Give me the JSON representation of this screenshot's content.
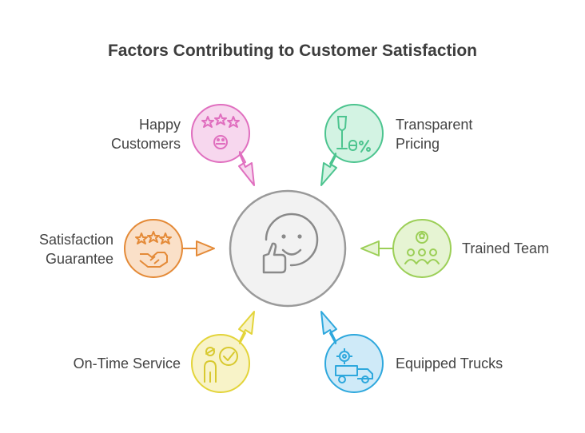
{
  "title": "Factors Contributing to Customer Satisfaction",
  "factors": [
    {
      "line1": "Happy",
      "line2": "Customers",
      "color": "#e06fbf",
      "fill": "#f7d7ee",
      "icon": "stars-face-icon"
    },
    {
      "line1": "Transparent",
      "line2": "Pricing",
      "color": "#4cc48f",
      "fill": "#d3f3e3",
      "icon": "glass-percent-icon"
    },
    {
      "line1": "Trained Team",
      "line2": "",
      "color": "#9ccf57",
      "fill": "#e6f4d3",
      "icon": "team-icon"
    },
    {
      "line1": "Equipped Trucks",
      "line2": "",
      "color": "#2ea8dd",
      "fill": "#cfeaf8",
      "icon": "truck-gear-icon"
    },
    {
      "line1": "On-Time Service",
      "line2": "",
      "color": "#e3d43a",
      "fill": "#f8f3c8",
      "icon": "person-check-icon"
    },
    {
      "line1": "Satisfaction",
      "line2": "Guarantee",
      "color": "#e48a37",
      "fill": "#fae0c8",
      "icon": "stars-handshake-icon"
    }
  ],
  "center": {
    "icon": "thumbs-up-smiley-icon",
    "stroke": "#9a9a9a",
    "fill": "#f2f2f2"
  }
}
